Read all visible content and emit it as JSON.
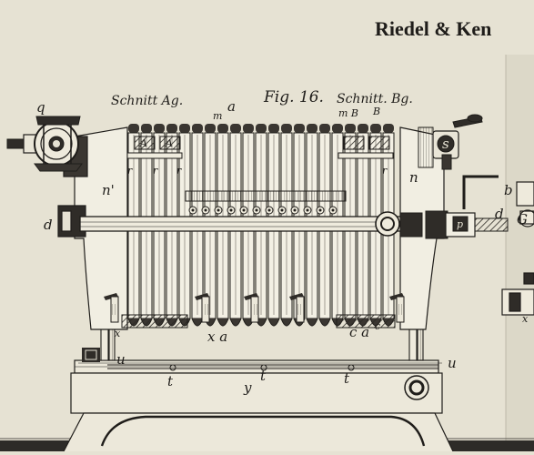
{
  "header": {
    "text": "Riedel & Ken"
  },
  "figure": {
    "title": "Fig. 16.",
    "caption_left": "Schnitt Ag.",
    "caption_right": "Schnitt. Bg."
  },
  "labels": {
    "q": "q",
    "m": "m",
    "a": "a",
    "mB": "m B",
    "B": "B",
    "A1": "A",
    "A2": "A",
    "s": "s",
    "n_prime": "n'",
    "n": "n",
    "r1": "r",
    "r2": "r",
    "r3": "r",
    "r4": "r",
    "d_left": "d",
    "d_right": "d",
    "p": "p",
    "b": "b",
    "G": "G",
    "x_left": "x",
    "xa": "x a",
    "ca": "c a",
    "c_sup": "c",
    "x_right": "x",
    "u_left": "u",
    "u_right": "u",
    "t1": "t",
    "t2": "t",
    "t3": "t",
    "y": "y"
  }
}
